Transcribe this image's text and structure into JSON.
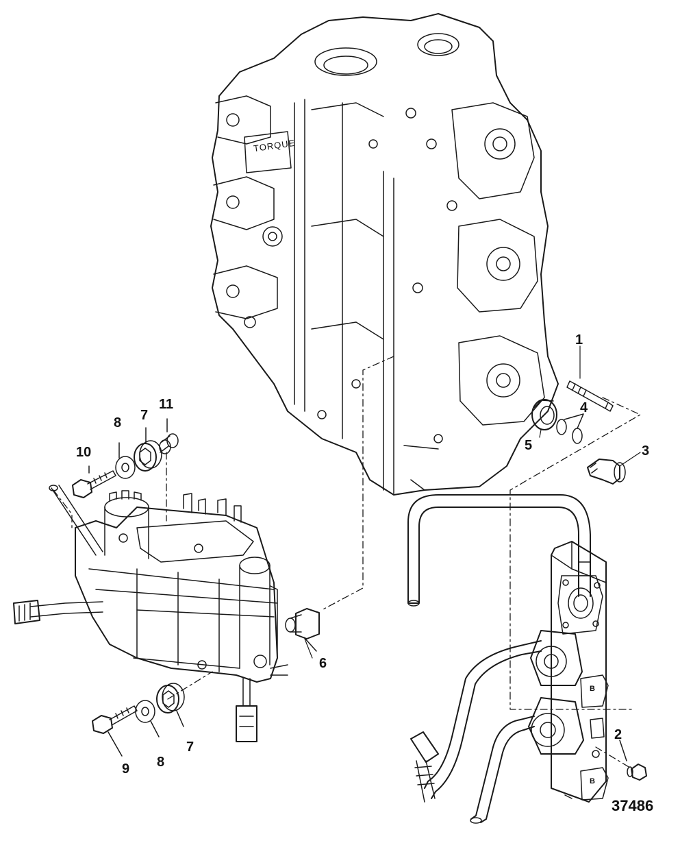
{
  "figure_number": "37486",
  "block_markings": [
    "TORQUE"
  ],
  "connector_markings": [
    "B",
    "B"
  ],
  "callouts": [
    {
      "id": "c1",
      "text": "1"
    },
    {
      "id": "c2",
      "text": "2"
    },
    {
      "id": "c3",
      "text": "3"
    },
    {
      "id": "c4",
      "text": "4"
    },
    {
      "id": "c5",
      "text": "5"
    },
    {
      "id": "c6",
      "text": "6"
    },
    {
      "id": "c7a",
      "text": "7"
    },
    {
      "id": "c7b",
      "text": "7"
    },
    {
      "id": "c8a",
      "text": "8"
    },
    {
      "id": "c8b",
      "text": "8"
    },
    {
      "id": "c9",
      "text": "9"
    },
    {
      "id": "c10",
      "text": "10"
    },
    {
      "id": "c11",
      "text": "11"
    }
  ]
}
